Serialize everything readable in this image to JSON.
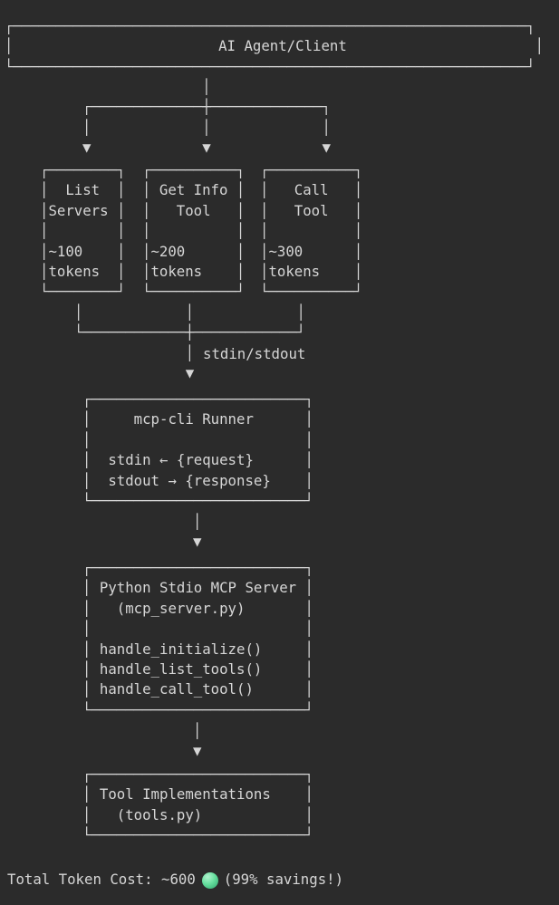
{
  "colors": {
    "background": "#2b2b2b",
    "ink": "#d6d6d6",
    "indicator_green": "#66df9e"
  },
  "nodes": {
    "agent": [
      "┌────────────────────────────────────────────────────────────┐",
      "│                        AI Agent/Client                      │",
      "└────────────────────────────────────────────────────────────┘"
    ],
    "branch": [
      "              │",
      "┌─────────────┼─────────────┐",
      "│             │             │",
      "▼             ▼             ▼"
    ],
    "list_servers": [
      "┌────────┐",
      "│  List  │",
      "│Servers │",
      "│        │",
      "│~100    │",
      "│tokens  │",
      "└────────┘"
    ],
    "get_info_tool": [
      "┌──────────┐",
      "│ Get Info │",
      "│   Tool   │",
      "│          │",
      "│~200      │",
      "│tokens    │",
      "└──────────┘"
    ],
    "call_tool": [
      "┌──────────┐",
      "│   Call   │",
      "│   Tool   │",
      "│          │",
      "│~300      │",
      "│tokens    │",
      "└──────────┘"
    ],
    "merge": [
      "│            │            │",
      "└────────────┼────────────┘",
      "             │",
      "             ▼"
    ],
    "stdio_label": "stdin/stdout",
    "runner": [
      "┌─────────────────────────┐",
      "│     mcp-cli Runner      │",
      "│                         │",
      "│  stdin ← {request}      │",
      "│  stdout → {response}    │",
      "└─────────────────────────┘"
    ],
    "connector_runner_to_server": [
      "│",
      "▼"
    ],
    "python_server": [
      "┌─────────────────────────┐",
      "│ Python Stdio MCP Server │",
      "│   (mcp_server.py)       │",
      "│                         │",
      "│ handle_initialize()     │",
      "│ handle_list_tools()     │",
      "│ handle_call_tool()      │",
      "└─────────────────────────┘"
    ],
    "connector_server_to_tools": [
      "│",
      "▼"
    ],
    "tools": [
      "┌─────────────────────────┐",
      "│ Tool Implementations    │",
      "│   (tools.py)            │",
      "└─────────────────────────┘"
    ]
  },
  "footer": {
    "prefix": "Total Token Cost: ~600",
    "suffix": "(99% savings!)",
    "indicator": "green-circle"
  }
}
